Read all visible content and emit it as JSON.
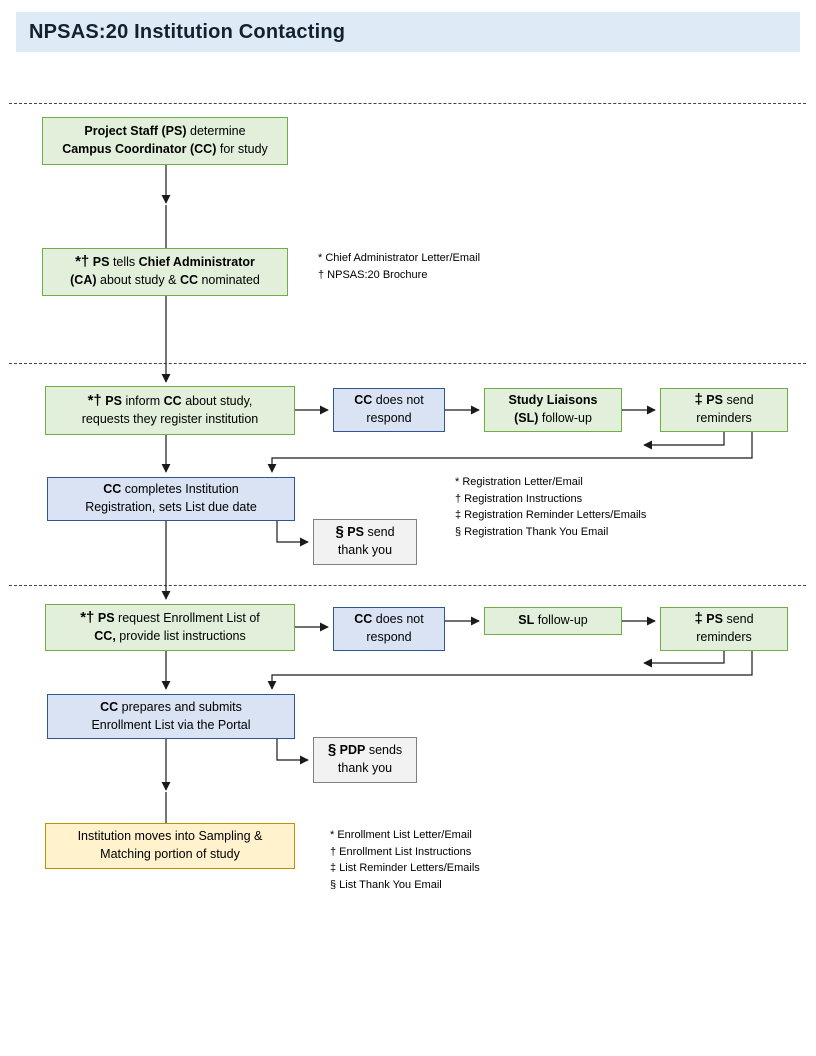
{
  "title": "NPSAS:20 Institution Contacting",
  "colors": {
    "title_bg": "#DEEBF7",
    "green_fill": "#E2EFDA",
    "green_border": "#70AD47",
    "blue_fill": "#DAE3F3",
    "blue_border": "#2F5597",
    "gray_fill": "#F2F2F2",
    "gray_border": "#7F7F7F",
    "yellow_fill": "#FFF2CC",
    "yellow_border": "#BF9000"
  },
  "boxes": {
    "determine_cc": {
      "segments": [
        "Project Staff (PS)",
        "determine",
        "Campus Coordinator (CC)",
        "for study"
      ]
    },
    "tell_ca": {
      "segments": [
        "*†",
        "PS",
        "tells",
        "Chief Administrator",
        "(CA)",
        "about study &",
        "CC",
        "nominated"
      ]
    },
    "inform_cc": {
      "segments": [
        "*†",
        "PS",
        "inform",
        "CC",
        "about study,",
        "requests they register institution"
      ]
    },
    "cc_no_respond": {
      "segments": [
        "CC",
        "does not",
        "respond"
      ]
    },
    "sl_followup": {
      "segments": [
        "Study Liaisons",
        "(SL)",
        "follow-up"
      ]
    },
    "ps_reminders": {
      "segments": [
        "‡",
        "PS",
        "send",
        "reminders"
      ]
    },
    "cc_registers": {
      "segments": [
        "CC",
        "completes Institution",
        "Registration, sets List due date"
      ]
    },
    "ps_thankyou": {
      "segments": [
        "§",
        "PS",
        "send",
        "thank you"
      ]
    },
    "ps_request_list": {
      "segments": [
        "*†",
        "PS",
        "request Enrollment List of",
        "CC,",
        "provide list instructions"
      ]
    },
    "sl_followup_short": {
      "segments": [
        "SL",
        "follow-up"
      ]
    },
    "cc_submits": {
      "segments": [
        "CC",
        "prepares and submits",
        "Enrollment List via the Portal"
      ]
    },
    "pdp_thankyou": {
      "segments": [
        "§",
        "PDP",
        "sends",
        "thank you"
      ]
    },
    "sampling": {
      "segments": [
        "Institution moves into Sampling &",
        "Matching portion of study"
      ]
    }
  },
  "footnotes": {
    "fn1": {
      "lines": [
        "* Chief Administrator Letter/Email",
        "† NPSAS:20 Brochure"
      ]
    },
    "fn2": {
      "lines": [
        "* Registration Letter/Email",
        "† Registration Instructions",
        "‡ Registration Reminder Letters/Emails",
        "§ Registration Thank You Email"
      ]
    },
    "fn3": {
      "lines": [
        "* Enrollment List Letter/Email",
        "† Enrollment List Instructions",
        "‡ List Reminder Letters/Emails",
        "§ List Thank You Email"
      ]
    }
  }
}
